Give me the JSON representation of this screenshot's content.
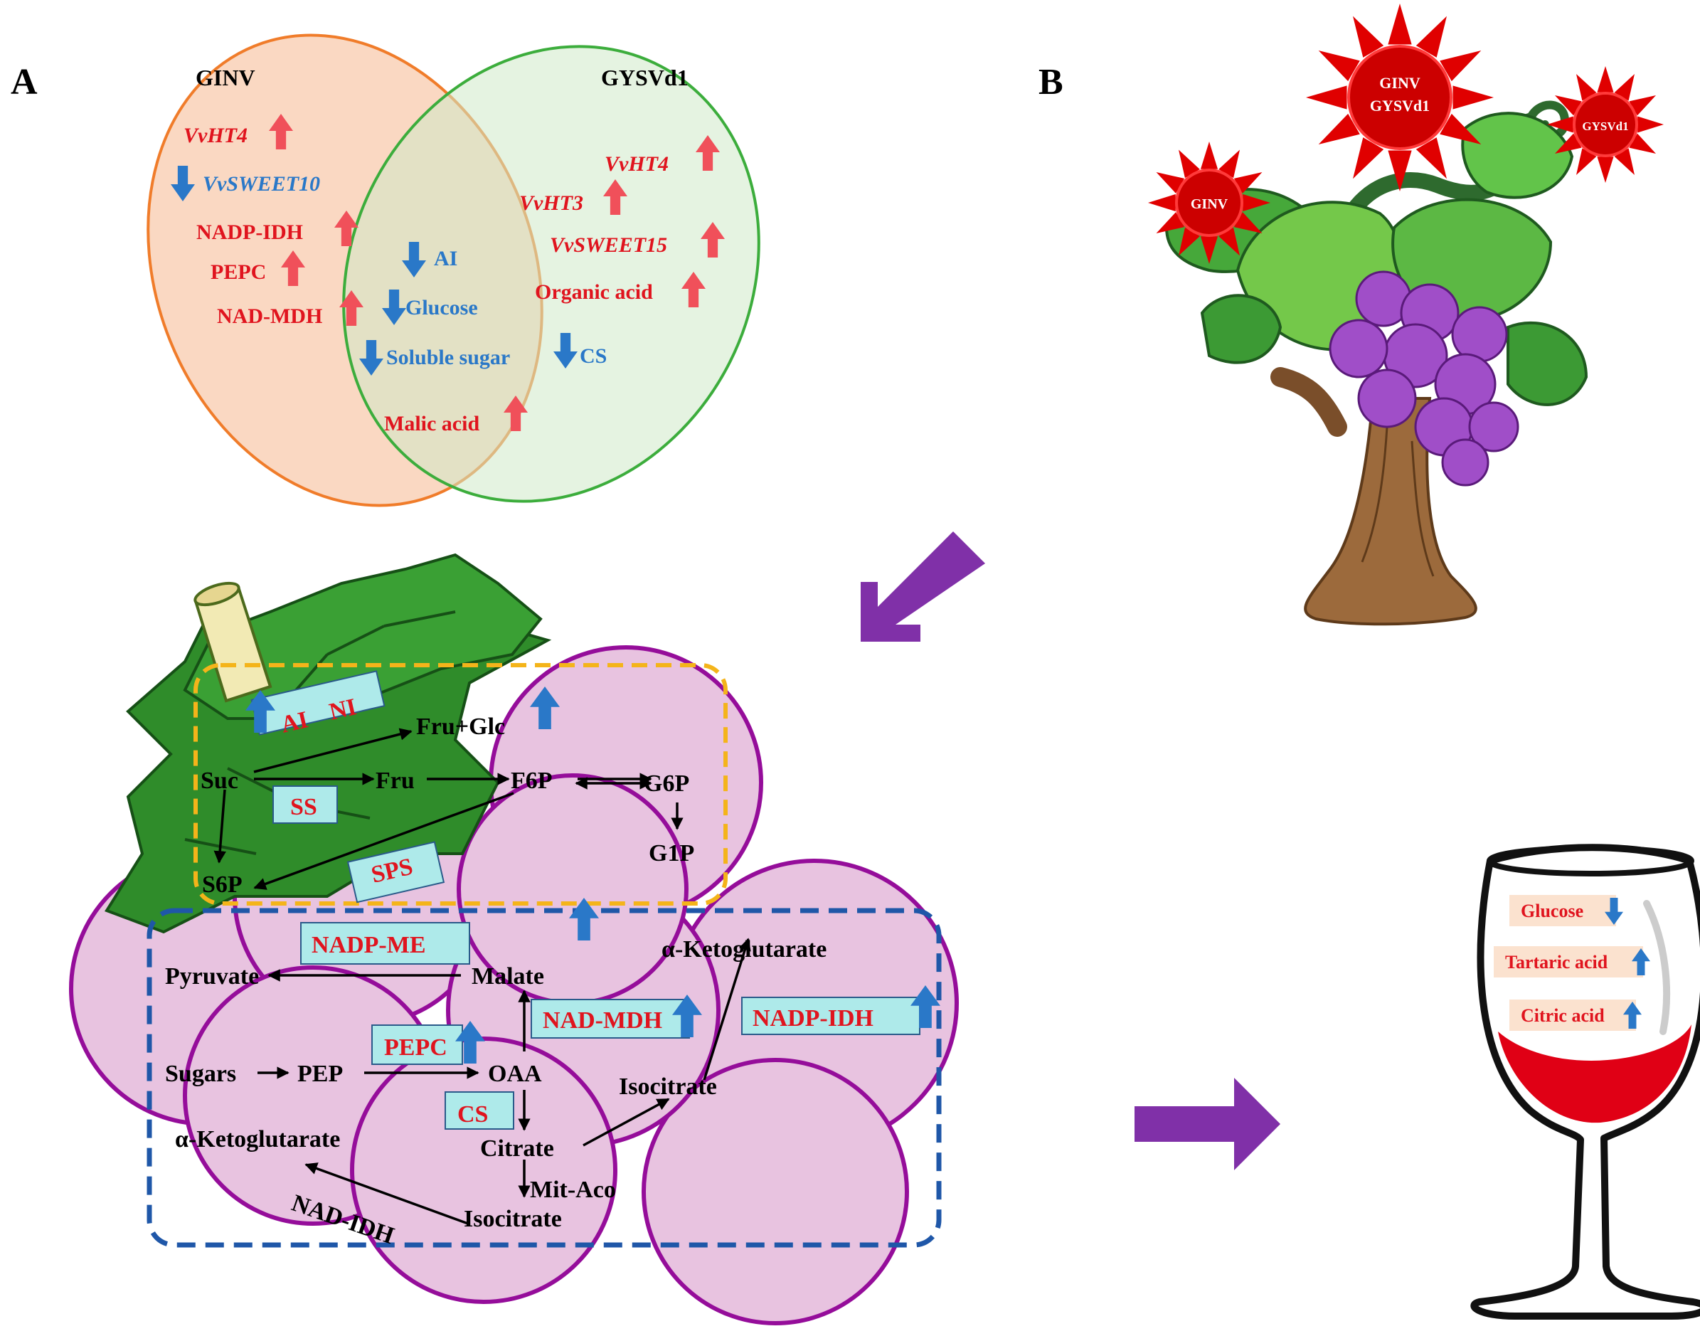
{
  "panel_labels": {
    "a": "A",
    "b": "B"
  },
  "venn": {
    "left_set": "GINV",
    "right_set": "GYSVd1",
    "left_only": [
      {
        "text": "VvHT4",
        "direction": "up",
        "italic": true
      },
      {
        "text": "VvSWEET10",
        "direction": "down",
        "italic": true
      },
      {
        "text": "NADP-IDH",
        "direction": "up",
        "italic": false
      },
      {
        "text": "PEPC",
        "direction": "up",
        "italic": false
      },
      {
        "text": "NAD-MDH",
        "direction": "up",
        "italic": false
      }
    ],
    "overlap": [
      {
        "text": "AI",
        "direction": "down"
      },
      {
        "text": "Glucose",
        "direction": "down"
      },
      {
        "text": "Soluble sugar",
        "direction": "down"
      },
      {
        "text": "Malic acid",
        "direction": "up"
      }
    ],
    "right_only": [
      {
        "text": "VvHT4",
        "direction": "up",
        "italic": true
      },
      {
        "text": "VvHT3",
        "direction": "up",
        "italic": true
      },
      {
        "text": "VvSWEET15",
        "direction": "up",
        "italic": true
      },
      {
        "text": "Organic acid",
        "direction": "up",
        "italic": false
      },
      {
        "text": "CS",
        "direction": "down",
        "italic": false
      }
    ]
  },
  "vine": {
    "sun_center_line1": "GINV",
    "sun_center_line2": "GYSVd1",
    "sun_left": "GINV",
    "sun_right": "GYSVd1"
  },
  "pathway": {
    "enzymes": {
      "ai": "AI",
      "ni": "NI",
      "ss": "SS",
      "sps": "SPS",
      "nadp_me": "NADP-ME",
      "pepc": "PEPC",
      "cs": "CS",
      "nad_mdh": "NAD-MDH",
      "nadp_idh": "NADP-IDH",
      "nad_idh": "NAD-IDH"
    },
    "metabolites": {
      "suc": "Suc",
      "fru_glc": "Fru+Glc",
      "fru": "Fru",
      "f6p": "F6P",
      "g6p": "G6P",
      "g1p": "G1P",
      "s6p": "S6P",
      "pyruvate": "Pyruvate",
      "malate": "Malate",
      "akg_top": "α-Ketoglutarate",
      "sugars": "Sugars",
      "pep": "PEP",
      "oaa": "OAA",
      "isocitrate_cyt": "Isocitrate",
      "akg_bottom": "α-Ketoglutarate",
      "citrate": "Citrate",
      "mit_aco": "Mit-Aco",
      "isocitrate_mit": "Isocitrate"
    }
  },
  "wine": {
    "labels": [
      {
        "text": "Glucose",
        "direction": "down"
      },
      {
        "text": "Tartaric acid",
        "direction": "up"
      },
      {
        "text": "Citric acid",
        "direction": "up"
      }
    ]
  },
  "colors": {
    "up": "#f0505a",
    "down": "#2a78c8",
    "red_text": "#e0141e",
    "blue_text": "#2a78c8",
    "enzyme_box": "#aeeaea",
    "grape": "#e8c3e0",
    "grape_edge": "#950d9a",
    "big_arrow": "#8030a8"
  },
  "icons": [
    "up-arrow-icon",
    "down-arrow-icon",
    "sun-icon",
    "grapevine-icon",
    "grape-bunch-icon",
    "wine-glass-icon",
    "flow-arrow-icon"
  ]
}
